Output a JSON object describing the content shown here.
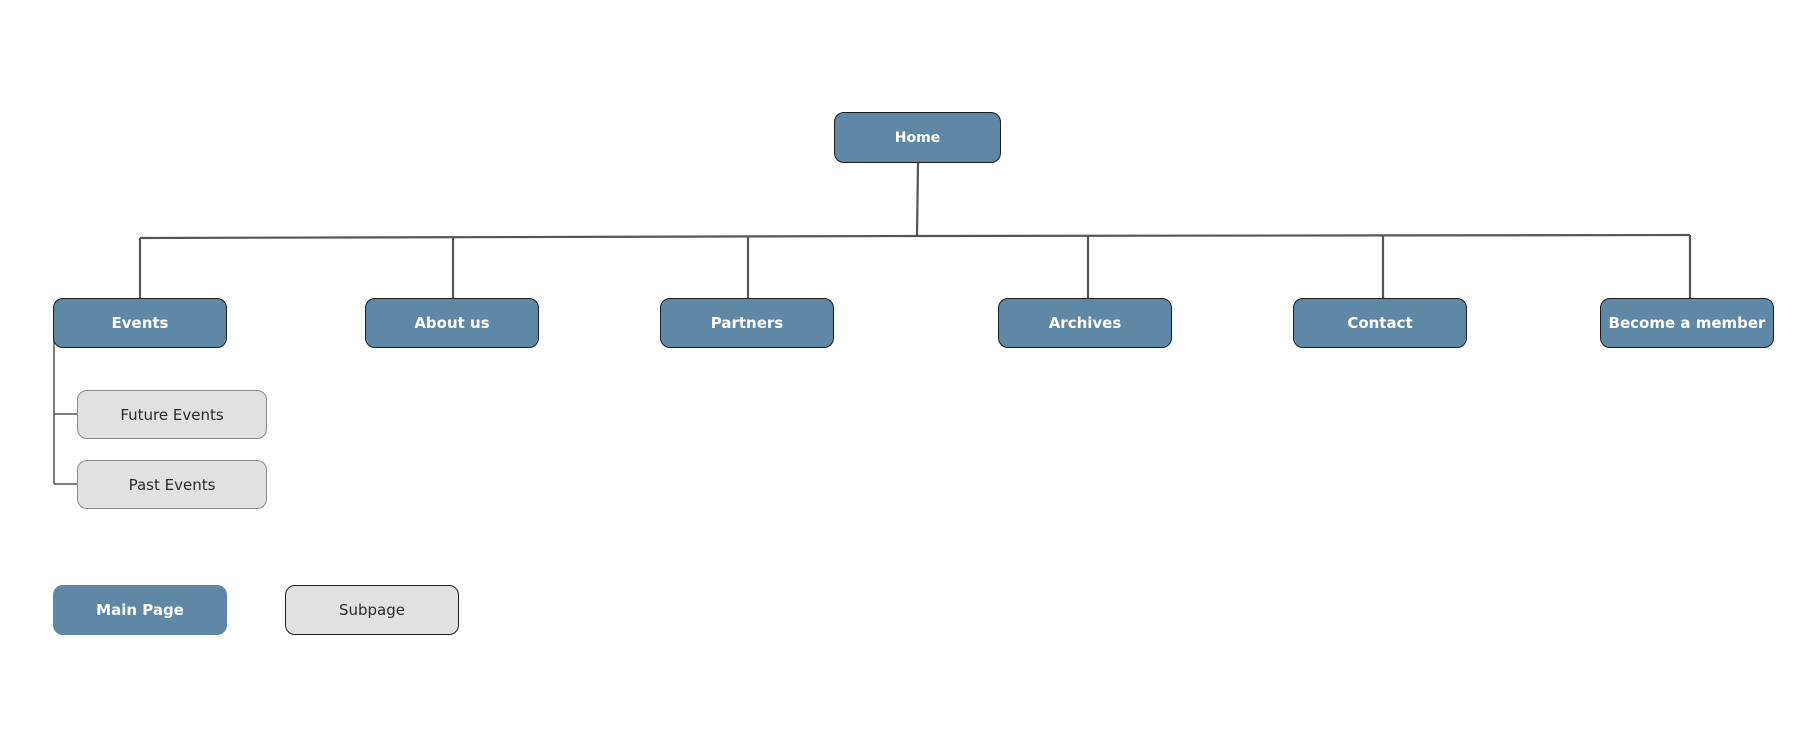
{
  "diagram": {
    "root": {
      "label": "Home"
    },
    "sections": [
      {
        "label": "Events",
        "subpages": [
          "Future Events",
          "Past Events"
        ]
      },
      {
        "label": "About us"
      },
      {
        "label": "Partners"
      },
      {
        "label": "Archives"
      },
      {
        "label": "Contact"
      },
      {
        "label": "Become a member"
      }
    ],
    "legend": {
      "main_label": "Main Page",
      "sub_label": "Subpage"
    }
  },
  "colors": {
    "main_fill": "#5f88a7",
    "sub_fill": "#e1e1e1",
    "connector": "#555555"
  }
}
